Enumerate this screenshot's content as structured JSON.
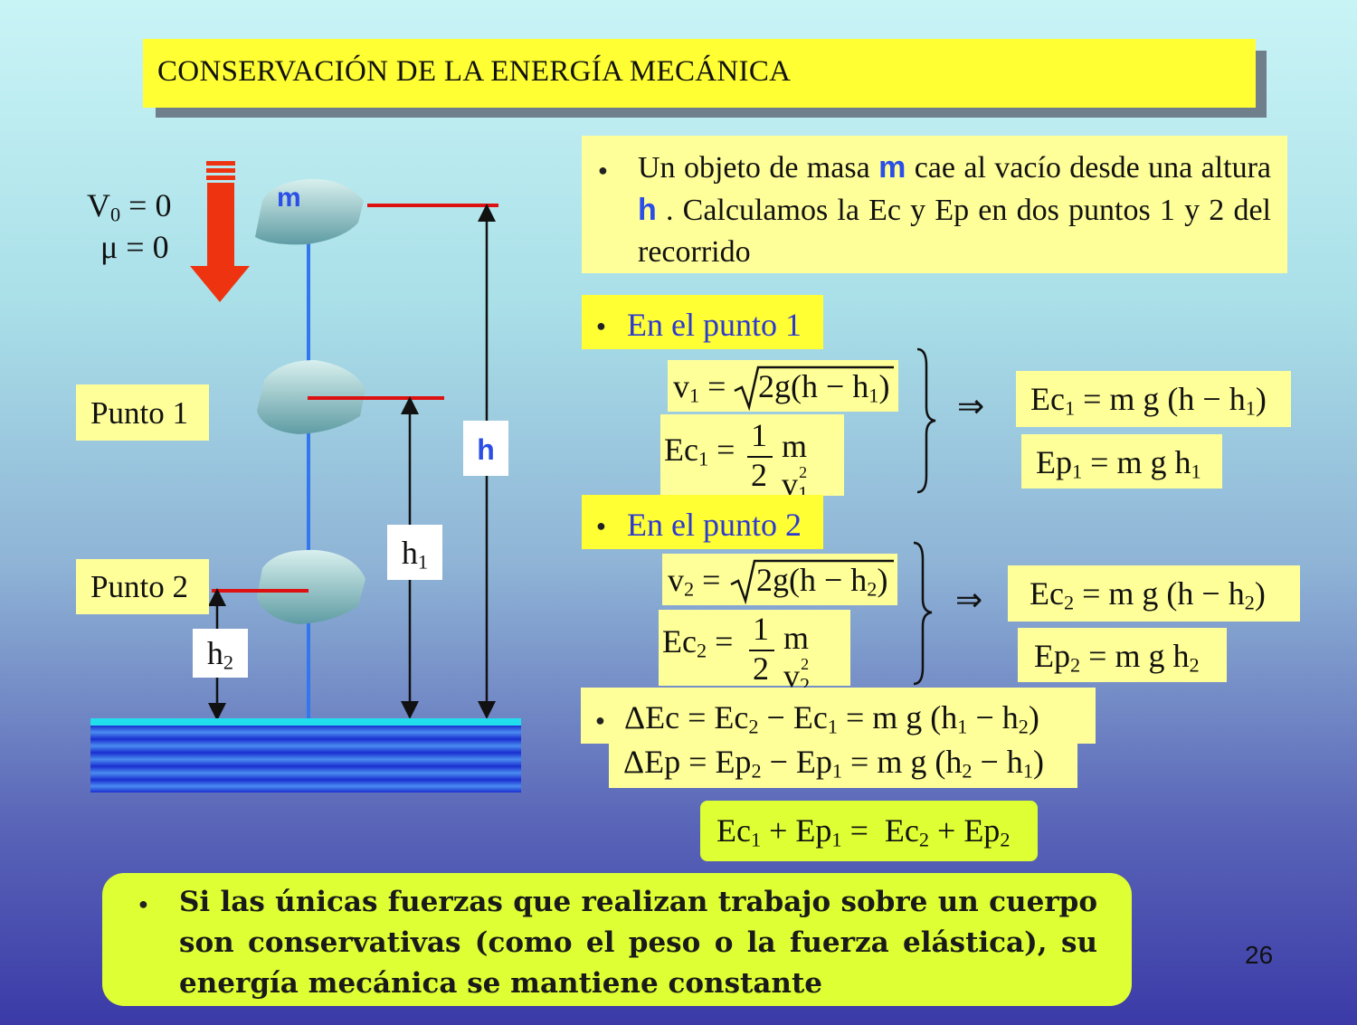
{
  "title": "CONSERVACIÓN DE LA ENERGÍA MECÁNICA",
  "intro": {
    "part1": "Un objeto de masa ",
    "m": "m",
    "part2": " cae al vacío desde una altura ",
    "h": "h",
    "part3": " . Calculamos la Ec y Ep en dos puntos 1 y 2 del recorrido"
  },
  "point1": {
    "heading": "En el punto 1",
    "v_lhs": "v",
    "v_rhs": "2g(h − h",
    "ec_lhs": "Ec",
    "ec_half_num": "1",
    "ec_half_den": "2",
    "ec_mv": "m v",
    "ec_result": "Ec",
    "ec_result_rhs": " = m g (h − h",
    "ep_result": "Ep",
    "ep_result_rhs": " = m g h"
  },
  "point2": {
    "heading": "En el punto 2",
    "v_lhs": "v",
    "v_rhs": "2g(h − h",
    "ec_lhs": "Ec",
    "ec_half_num": "1",
    "ec_half_den": "2",
    "ec_mv": "m v",
    "ec_result": "Ec",
    "ec_result_rhs": " = m g (h − h",
    "ep_result": "Ep",
    "ep_result_rhs": " = m g h"
  },
  "implies": "⇒",
  "delta_ec": "ΔEc = Ec",
  "delta_ep": "ΔEp = Ep",
  "conservation": "Ec",
  "conclusion": "Si las únicas fuerzas que realizan trabajo sobre un cuerpo son conservativas (como el peso o la fuerza elástica), su energía mecánica se mantiene constante",
  "diagram": {
    "v0": "V",
    "v0_rhs": " = 0",
    "mu": "μ = 0",
    "mass": "m",
    "punto1": "Punto 1",
    "punto2": "Punto 2",
    "h": "h",
    "h1": "h",
    "h2": "h"
  },
  "page_number": "26",
  "colors": {
    "title_bg": "#ffff33",
    "box_bg": "#ffff99",
    "highlight_bg": "#ddff33",
    "heading_text": "#2d3ad0",
    "arrow_red": "#ee3311",
    "level_red": "#dd1111",
    "drop_line": "#3377ee"
  }
}
